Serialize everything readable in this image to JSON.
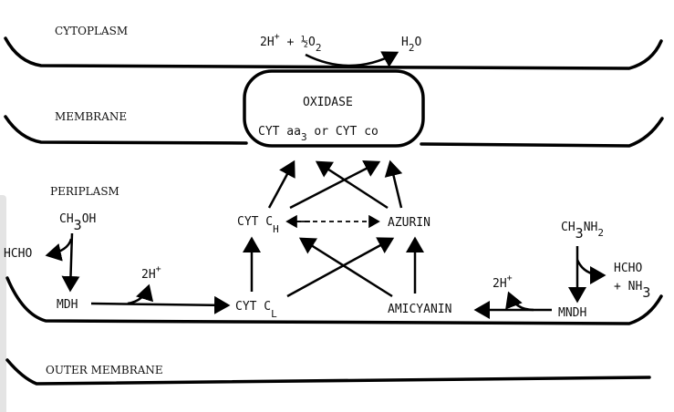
{
  "regions": {
    "cytoplasm": "CYTOPLASM",
    "membrane": "MEMBRANE",
    "periplasm": "PERIPLASM",
    "outer_membrane": "OUTER MEMBRANE"
  },
  "oxidase": {
    "title": "OXIDASE",
    "line_a": "CYT aa",
    "sub_a": "3",
    "line_b": " or CYT co"
  },
  "reaction": {
    "left": "2H",
    "plus_sup": "+",
    "mid": " + ½O",
    "sub": "2",
    "product": "H",
    "product_sub": "2",
    "product_end": "O"
  },
  "left": {
    "substrate": "CH",
    "substrate_sub": "3",
    "substrate_end": "OH",
    "product": "HCHO",
    "enzyme": "MDH",
    "protons": "2H",
    "protons_sup": "+"
  },
  "center": {
    "cyt_ch": "CYT C",
    "cyt_ch_sub": "H",
    "azurin": "AZURIN",
    "cyt_cl": "CYT C",
    "cyt_cl_sub": "L",
    "amicyanin": "AMICYANIN"
  },
  "right": {
    "substrate": "CH",
    "substrate_sub": "3",
    "substrate_mid": "NH",
    "substrate_sub2": "2",
    "product1": "HCHO",
    "product2": "+ NH",
    "product2_sub": "3",
    "protons": "2H",
    "protons_sup": "+",
    "enzyme": "MNDH"
  }
}
